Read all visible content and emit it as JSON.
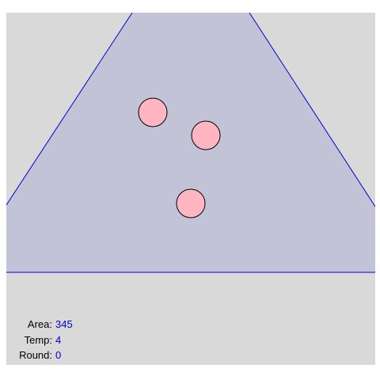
{
  "colors": {
    "background": "#d9d9d9",
    "container_fill": "#c3c3d8",
    "container_stroke": "#0000cc",
    "particle_fill": "#ffb6c1",
    "particle_stroke": "#000000",
    "stat_value": "#0000cc"
  },
  "particles": [
    {
      "name": "particle-1"
    },
    {
      "name": "particle-2"
    },
    {
      "name": "particle-3"
    }
  ],
  "stats": {
    "area_label": "Area:",
    "area_value": "345",
    "temp_label": "Temp:",
    "temp_value": "4",
    "round_label": "Round:",
    "round_value": "0"
  }
}
